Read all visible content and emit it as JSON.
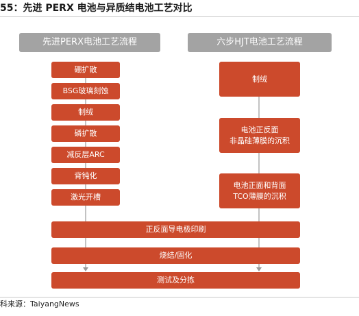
{
  "figure_title": "55：先进 PERX 电池与异质结电池工艺对比",
  "left_column": {
    "header": "先进PERX电池工艺流程",
    "steps": [
      "硼扩散",
      "BSG玻璃刻蚀",
      "制绒",
      "磷扩散",
      "减反层ARC",
      "背钝化",
      "激光开槽"
    ]
  },
  "right_column": {
    "header": "六步HJT电池工艺流程",
    "steps": [
      [
        "制绒"
      ],
      [
        "电池正反面",
        "非晶硅薄膜的沉积"
      ],
      [
        "电池正面和背面",
        "TCO薄膜的沉积"
      ]
    ]
  },
  "shared_steps": [
    "正反面导电极印刷",
    "烧结/固化",
    "测试及分拣"
  ],
  "source_note": "科来源：TaiyangNews",
  "colors": {
    "step_fill": "#cc4a2c",
    "header_fill": "#a3a3a3",
    "connector": "#9a9a9a"
  }
}
